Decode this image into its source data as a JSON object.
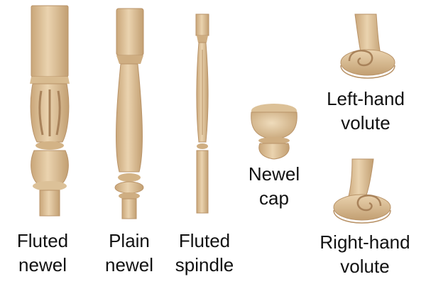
{
  "items": [
    {
      "id": "fluted-newel",
      "line1": "Fluted",
      "line2": "newel"
    },
    {
      "id": "plain-newel",
      "line1": "Plain",
      "line2": "newel"
    },
    {
      "id": "fluted-spindle",
      "line1": "Fluted",
      "line2": "spindle"
    },
    {
      "id": "newel-cap",
      "line1": "Newel",
      "line2": "cap"
    },
    {
      "id": "left-hand-volute",
      "line1": "Left-hand",
      "line2": "volute"
    },
    {
      "id": "right-hand-volute",
      "line1": "Right-hand",
      "line2": "volute"
    }
  ],
  "colors": {
    "wood_light": "#e3c9a2",
    "wood_mid": "#cfae82",
    "wood_dark": "#a8825a",
    "text": "#111111"
  }
}
